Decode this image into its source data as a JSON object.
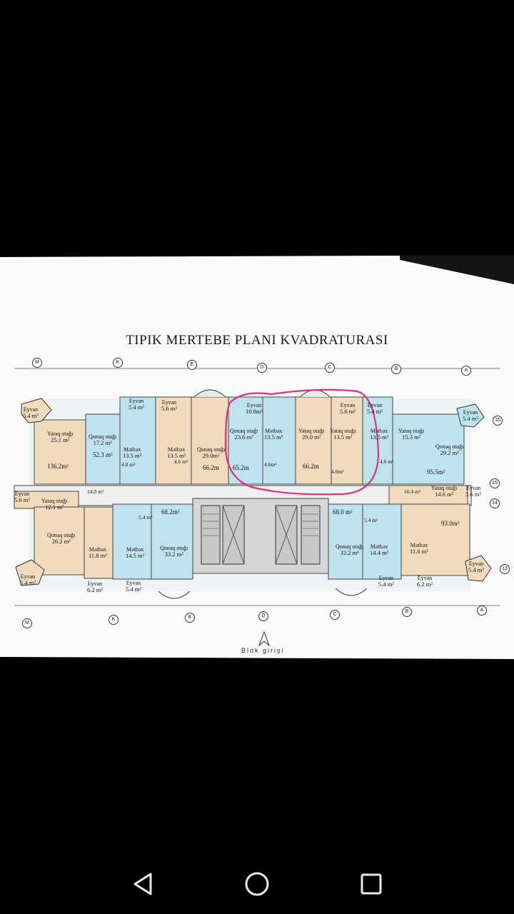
{
  "plan": {
    "title": "TIPIK MERTEBE PLANI KVADRATURASI",
    "entrance": "Blok girişi",
    "axes": [
      "M",
      "K",
      "E",
      "D",
      "C",
      "B",
      "A"
    ],
    "rows": [
      "16",
      "15",
      "14",
      "13"
    ],
    "rooms": [
      {
        "name": "Eyvan",
        "area": "5.4 m²"
      },
      {
        "name": "Yataq otağı",
        "area": "25.1 m²"
      },
      {
        "name": "Qonaq otağı",
        "area": "17.2 m²"
      },
      {
        "name": "Eyvan",
        "area": "5.4 m²"
      },
      {
        "name": "Mətbəx",
        "area": "13.5 m²"
      },
      {
        "name": "Eyvan",
        "area": "5.6 m²"
      },
      {
        "name": "Mətbəx",
        "area": "13.5 m²"
      },
      {
        "name": "Qonaq otağı",
        "area": "29.0m²"
      },
      {
        "name": "Eyvan",
        "area": "10.8m²"
      },
      {
        "name": "Qonaq otağı",
        "area": "23.6 m²"
      },
      {
        "name": "Mətbəx",
        "area": "13.5 m²"
      },
      {
        "name": "Yataq otağı",
        "area": "29.0 m²"
      },
      {
        "name": "Yataq otağı",
        "area": "13.5 m²"
      },
      {
        "name": "Eyvan",
        "area": "5.6 m²"
      },
      {
        "name": "Eyvan",
        "area": "5.4 m²"
      },
      {
        "name": "Mətbəx",
        "area": "13.5 m²"
      },
      {
        "name": "Yataq otağı",
        "area": "15.3 m²"
      },
      {
        "name": "Eyvan",
        "area": "5.4 m²"
      },
      {
        "name": "Qonaq otağı",
        "area": "29.2 m²"
      },
      {
        "name": "Eyvan",
        "area": "5.6 m²"
      },
      {
        "name": "Yataq otağı",
        "area": "12.1 m²"
      },
      {
        "name": "Qonaq otağı",
        "area": "26.2 m²"
      },
      {
        "name": "Mətbəx",
        "area": "11.8 m²"
      },
      {
        "name": "Eyvan",
        "area": "5.4 m²"
      },
      {
        "name": "Eyvan",
        "area": "6.2 m²"
      },
      {
        "name": "Mətbəx",
        "area": "14.5 m²"
      },
      {
        "name": "Qonaq otağı",
        "area": "33.2 m²"
      },
      {
        "name": "Eyvan",
        "area": "5.4 m²"
      },
      {
        "name": "Qonaq otağı",
        "area": "33.2 m²"
      },
      {
        "name": "Mətbəx",
        "area": "14.4 m²"
      },
      {
        "name": "Eyvan",
        "area": "5.4 m²"
      },
      {
        "name": "Eyvan",
        "area": "6.2 m²"
      },
      {
        "name": "Yataq otağı",
        "area": "14.6 m²"
      },
      {
        "name": "Eyvan",
        "area": "5.6 m²"
      },
      {
        "name": "Mətbəx",
        "area": "11.6 m²"
      },
      {
        "name": "Eyvan",
        "area": "5.4 m²"
      }
    ],
    "totals": [
      "136.2m²",
      "52.3 m²",
      "66.2m",
      "65.2m",
      "66.2m",
      "95.5m²",
      "68.2m²",
      "68.0 m²",
      "93.0m²"
    ],
    "small_areas": [
      "4.8 m²",
      "4.6 m²",
      "4.6m²",
      "4.6m²",
      "4.6 m²",
      "10.4 m²",
      "14.0 m²",
      "5.4 m²",
      "5.4 m²"
    ]
  },
  "navbar": {
    "back": "back-icon",
    "home": "home-icon",
    "recents": "recents-icon"
  }
}
